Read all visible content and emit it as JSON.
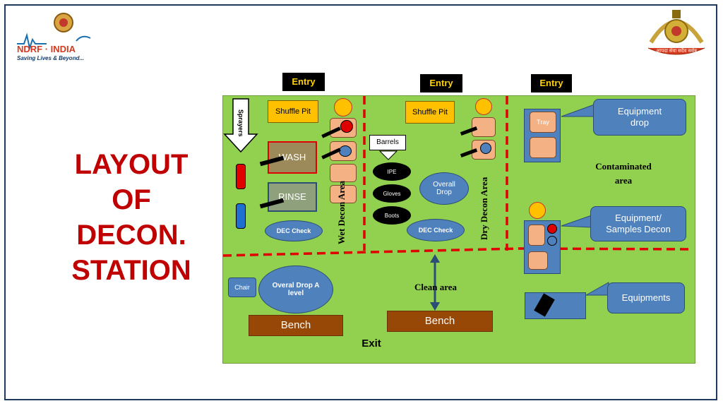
{
  "logo_left": {
    "name": "NDRF · INDIA",
    "tagline": "Saving Lives & Beyond..."
  },
  "logo_right": {
    "motto": "आपदा सेवा सदैव सर्वत्र"
  },
  "title": [
    "LAYOUT",
    "OF",
    "DECON.",
    "STATION"
  ],
  "entries": [
    "Entry",
    "Entry",
    "Entry"
  ],
  "wet_zone": {
    "shuffle_pit": "Shuffle Pit",
    "sprayers": "Sprayers",
    "wash": "WASH",
    "rinse": "RINSE",
    "dec_check": "DEC Check",
    "area_label": "Wet Decon Area"
  },
  "dry_zone": {
    "shuffle_pit": "Shuffle Pit",
    "barrels": "Barrels",
    "barrel_items": [
      "IPE",
      "Gloves",
      "Boots"
    ],
    "overall_drop": "Overall Drop",
    "dec_check": "DEC Check",
    "area_label": "Dry Decon Area"
  },
  "contaminated_zone": {
    "tray": "Tray",
    "equipment_drop": "Equipment drop",
    "area_label": "Contaminated area",
    "samples_decon": "Equipment/ Samples Decon",
    "equipments": "Equipments"
  },
  "clean_zone": {
    "chair": "Chair",
    "overal_drop": "Overal Drop A level",
    "bench_left": "Bench",
    "bench_right": "Bench",
    "clean_area": "Clean area",
    "exit": "Exit"
  },
  "colors": {
    "field": "#92d050",
    "dashed_line": "#e00000",
    "title": "#c00000",
    "callout": "#4f81bd",
    "entry_text": "#ffd200"
  }
}
